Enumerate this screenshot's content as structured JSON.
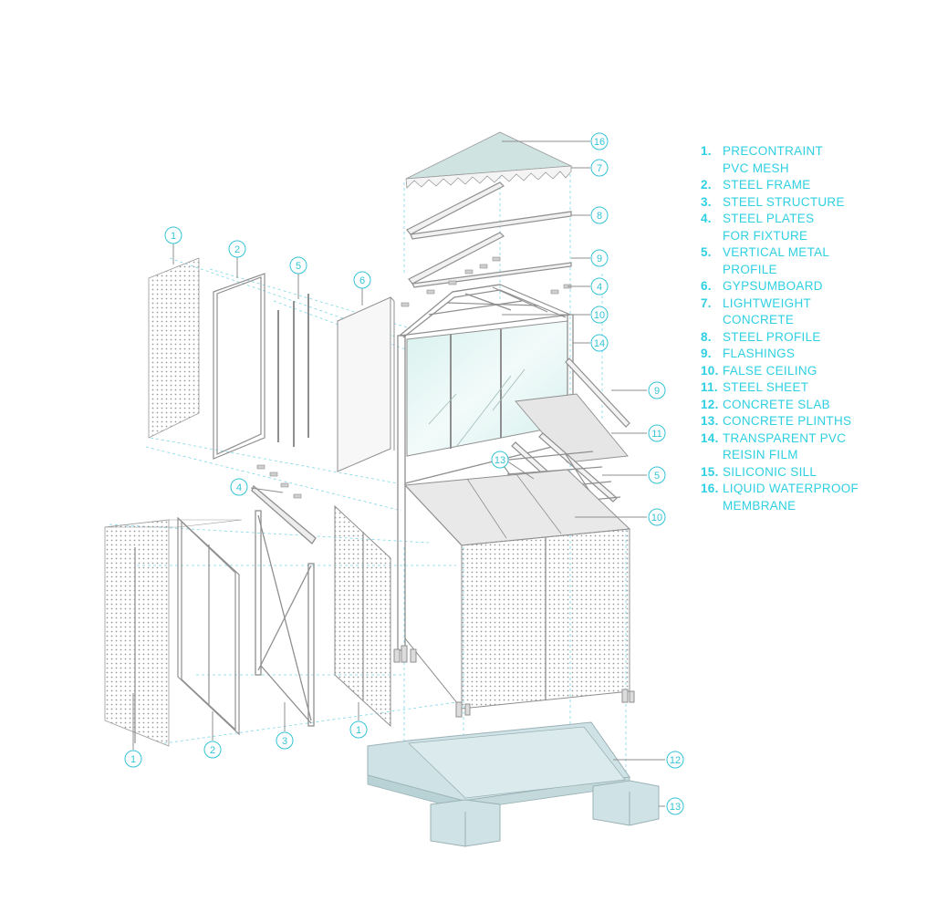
{
  "callouts": {
    "c1a": "1",
    "c1b": "1",
    "c1c": "1",
    "c2a": "2",
    "c2b": "2",
    "c3": "3",
    "c4a": "4",
    "c4b": "4",
    "c5a": "5",
    "c5b": "5",
    "c6": "6",
    "c7": "7",
    "c8": "8",
    "c9a": "9",
    "c9b": "9",
    "c10a": "10",
    "c10b": "10",
    "c11": "11",
    "c12": "12",
    "c13a": "13",
    "c13b": "13",
    "c14": "14",
    "c16": "16"
  },
  "legend": [
    {
      "num": "1.",
      "text": "PRECONTRAINT\nPVC MESH"
    },
    {
      "num": "2.",
      "text": "STEEL FRAME"
    },
    {
      "num": "3.",
      "text": "STEEL STRUCTURE"
    },
    {
      "num": "4.",
      "text": "STEEL PLATES\nFOR FIXTURE"
    },
    {
      "num": "5.",
      "text": "VERTICAL METAL\nPROFILE"
    },
    {
      "num": "6.",
      "text": "GYPSUMBOARD"
    },
    {
      "num": "7.",
      "text": "LIGHTWEIGHT\nCONCRETE"
    },
    {
      "num": "8.",
      "text": "STEEL PROFILE"
    },
    {
      "num": "9.",
      "text": "FLASHINGS"
    },
    {
      "num": "10.",
      "text": "FALSE CEILING"
    },
    {
      "num": "11.",
      "text": "STEEL SHEET"
    },
    {
      "num": "12.",
      "text": "CONCRETE SLAB"
    },
    {
      "num": "13.",
      "text": "CONCRETE PLINTHS"
    },
    {
      "num": "14.",
      "text": "TRANSPARENT PVC\nREISIN FILM"
    },
    {
      "num": "15.",
      "text": "SILICONIC SILL"
    },
    {
      "num": "16.",
      "text": "LIQUID WATERPROOF\nMEMBRANE"
    }
  ],
  "colors": {
    "callout": "#34c3d6",
    "legend": "#2fd0e2",
    "line": "#8f8f8f",
    "concrete": "#cfe3e6",
    "glass": "#e3f4f3",
    "dashed": "#7fd7e6"
  }
}
